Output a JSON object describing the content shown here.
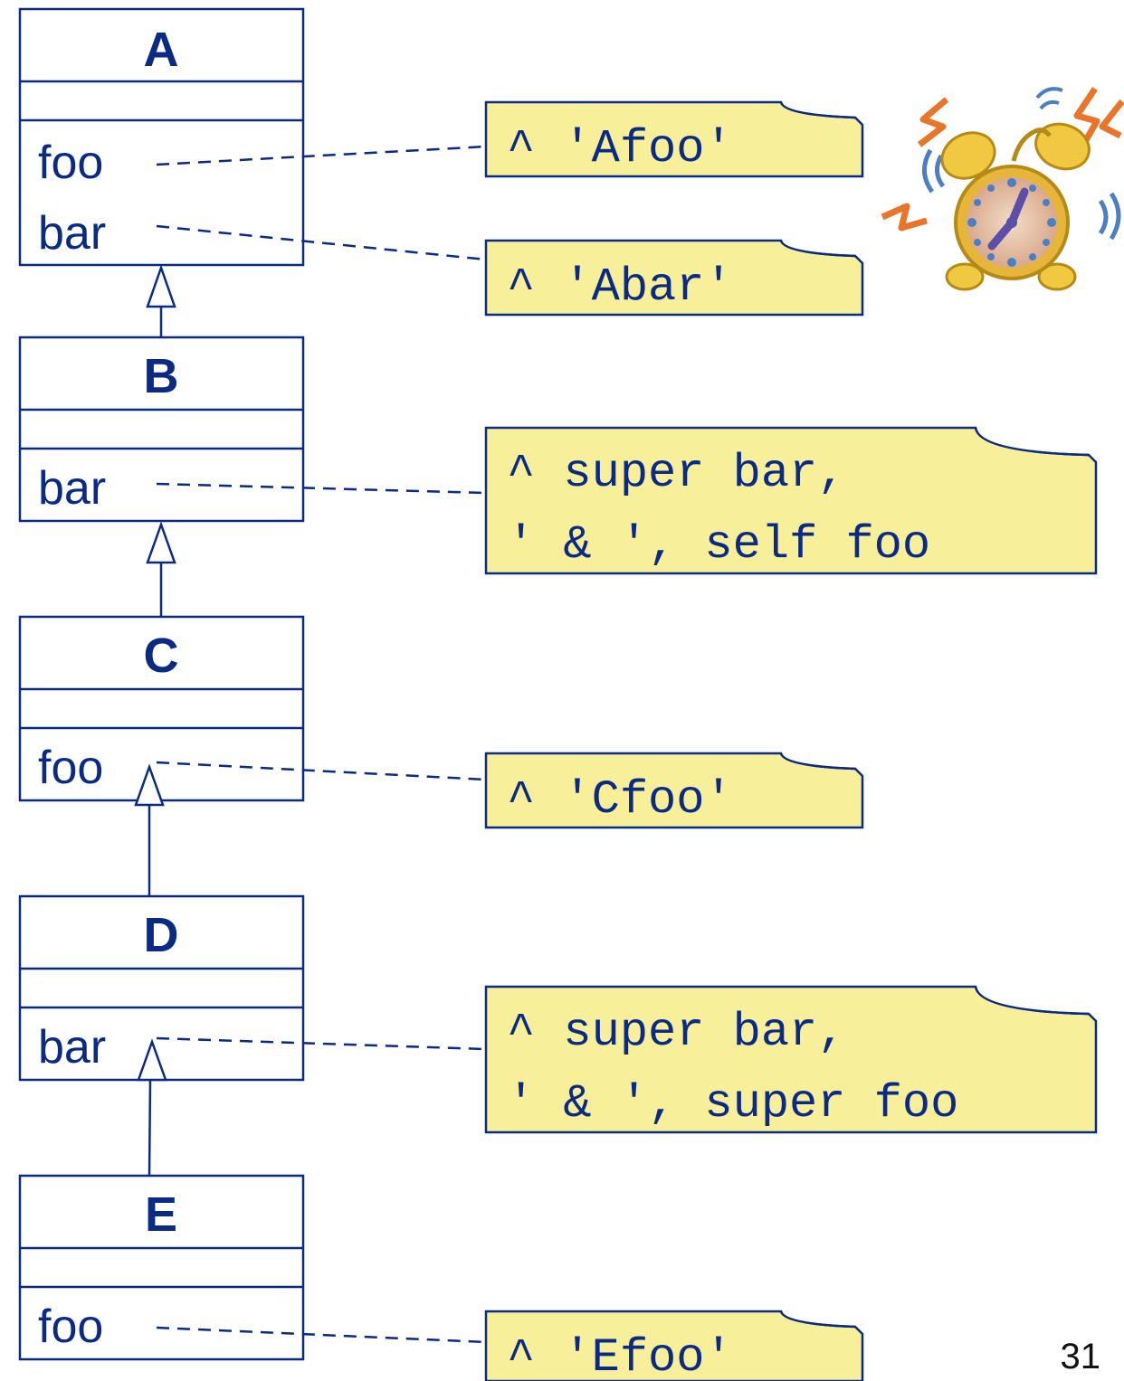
{
  "classes": [
    {
      "name": "A",
      "methods": [
        "foo",
        "bar"
      ]
    },
    {
      "name": "B",
      "methods": [
        "bar"
      ]
    },
    {
      "name": "C",
      "methods": [
        "foo"
      ]
    },
    {
      "name": "D",
      "methods": [
        "bar"
      ]
    },
    {
      "name": "E",
      "methods": [
        "foo"
      ]
    }
  ],
  "notes": {
    "a_foo": [
      "^ 'Afoo'"
    ],
    "a_bar": [
      "^ 'Abar'"
    ],
    "b_bar": [
      "^ super bar,",
      "' & ', self foo"
    ],
    "c_foo": [
      "^ 'Cfoo'"
    ],
    "d_bar": [
      "^ super bar,",
      "' & ', super foo"
    ],
    "e_foo": [
      "^ 'Efoo'"
    ]
  },
  "colors": {
    "stroke": "#0a2a84",
    "note_fill": "#f8ef9a"
  },
  "clipart": "alarm-clock-icon",
  "page_number": "31"
}
